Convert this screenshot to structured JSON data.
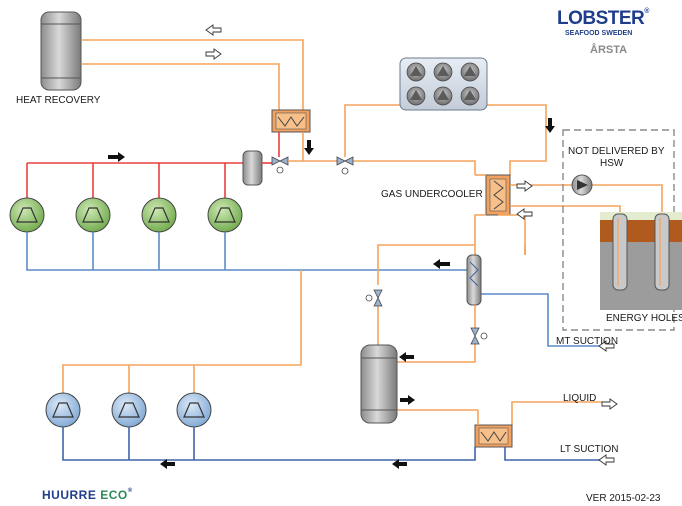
{
  "labels": {
    "heat_recovery": "HEAT RECOVERY",
    "gas_undercooler": "GAS UNDERCOOLER",
    "not_delivered_line1": "NOT DELIVERED BY",
    "not_delivered_line2": "HSW",
    "energy_holes": "ENERGY HOLES",
    "mt_suction": "MT SUCTION",
    "liquid": "LIQUID",
    "lt_suction": "LT SUCTION"
  },
  "logos": {
    "lobster": "LOBSTER",
    "lobster_registered": "®",
    "lobster_sub": "SEAFOOD SWEDEN",
    "site": "ÅRSTA",
    "huurre": "HUURRE",
    "eco": "ECO",
    "huurre_registered": "®"
  },
  "version": "VER 2015-02-23",
  "colors": {
    "hot_gas_line": "#e8413c",
    "liquid_line": "#f5a35c",
    "suction_line": "#5b8cc8",
    "lt_suction_line": "#3f63a8",
    "mt_compressor_fill": "#8cc26a",
    "lt_compressor_fill": "#9ec3e6",
    "heat_exchanger_fill": "#f2a15e",
    "vessel_fill": "#bfbfbf",
    "brand_blue": "#1f3d8a"
  },
  "icons": {
    "mt_compressor": "compressor-icon",
    "lt_compressor": "compressor-icon",
    "gas_cooler_fan": "fan-icon",
    "valve": "three-way-valve-icon",
    "flow_arrow": "arrow-icon",
    "brine_pump": "pump-icon"
  }
}
